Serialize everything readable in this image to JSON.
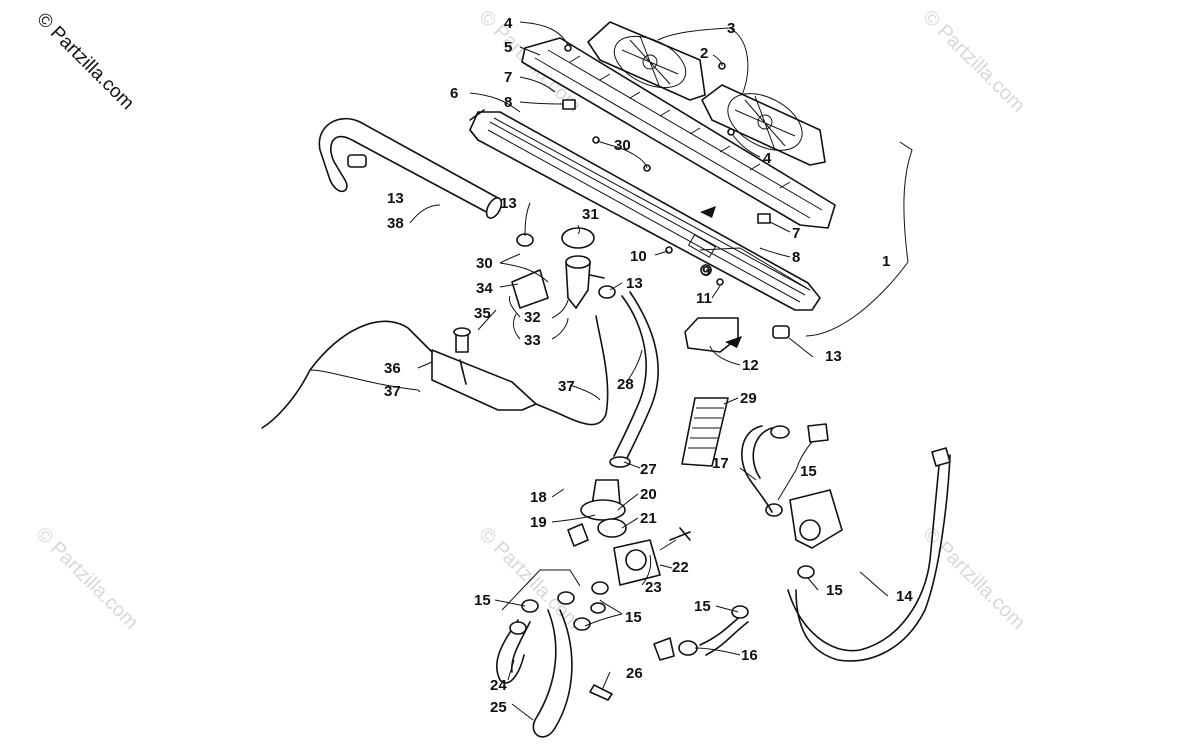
{
  "watermark": {
    "brand": "© Partzilla.com",
    "faint": "© Partzilla.com"
  },
  "callouts": [
    "1",
    "2",
    "3",
    "4",
    "5",
    "6",
    "7",
    "8",
    "9",
    "10",
    "11",
    "12",
    "13",
    "14",
    "15",
    "16",
    "17",
    "18",
    "19",
    "20",
    "21",
    "22",
    "23",
    "24",
    "25",
    "26",
    "27",
    "28",
    "29",
    "30",
    "31",
    "32",
    "33",
    "34",
    "35",
    "36",
    "37",
    "38"
  ]
}
